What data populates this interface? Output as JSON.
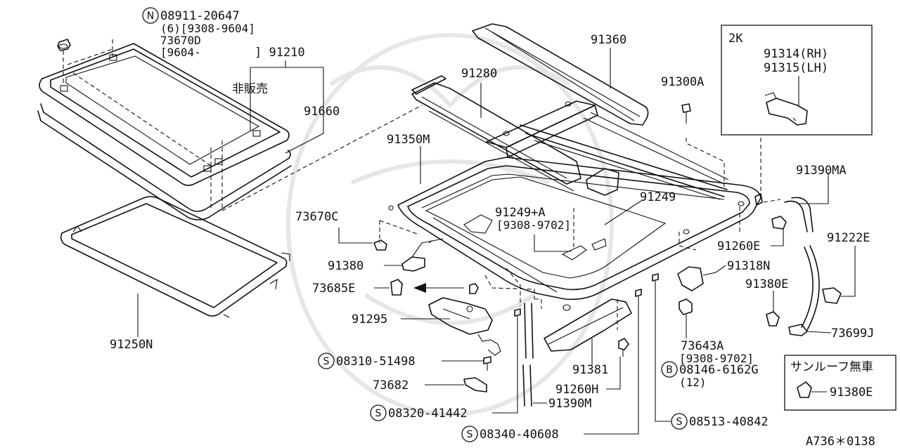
{
  "parts": {
    "p08911": "08911-20647",
    "p08911_qty": "(6)[9308-9604]",
    "p73670D": "73670D",
    "p9604": "[9604-",
    "p91210": "] 91210",
    "hihanbai": "非販売",
    "p91660": "91660",
    "p91250N": "91250N",
    "p91360": "91360",
    "p91280": "91280",
    "p91350M": "91350M",
    "p91300A": "91300A",
    "p2K": "2K",
    "p91314": "91314(RH)",
    "p91315": "91315(LH)",
    "p91390MA": "91390MA",
    "p91249": "91249",
    "p91249A": "91249+A",
    "p9308_9702a": "[9308-9702]",
    "p73670C": "73670C",
    "p91380": "91380",
    "p73685E": "73685E",
    "p91295": "91295",
    "p08310": "08310-51498",
    "p73682": "73682",
    "p08320": "08320-41442",
    "p08340": "08340-40608",
    "p91390M": "91390M",
    "p91260H": "91260H",
    "p91381": "91381",
    "p91260E": "91260E",
    "p91222E": "91222E",
    "p91318N": "91318N",
    "p91380E": "91380E",
    "p73699J": "73699J",
    "p73643A": "73643A",
    "p9308_9702b": "[9308-9702]",
    "p08146": "08146-6162G",
    "p08146_qty": "(12)",
    "p08513": "08513-40842",
    "sunroof_none": "サンルーフ無車",
    "p91380E_box": "91380E",
    "footer": "A736＊0138"
  },
  "markers": {
    "N": "N",
    "S": "S",
    "B": "B"
  }
}
